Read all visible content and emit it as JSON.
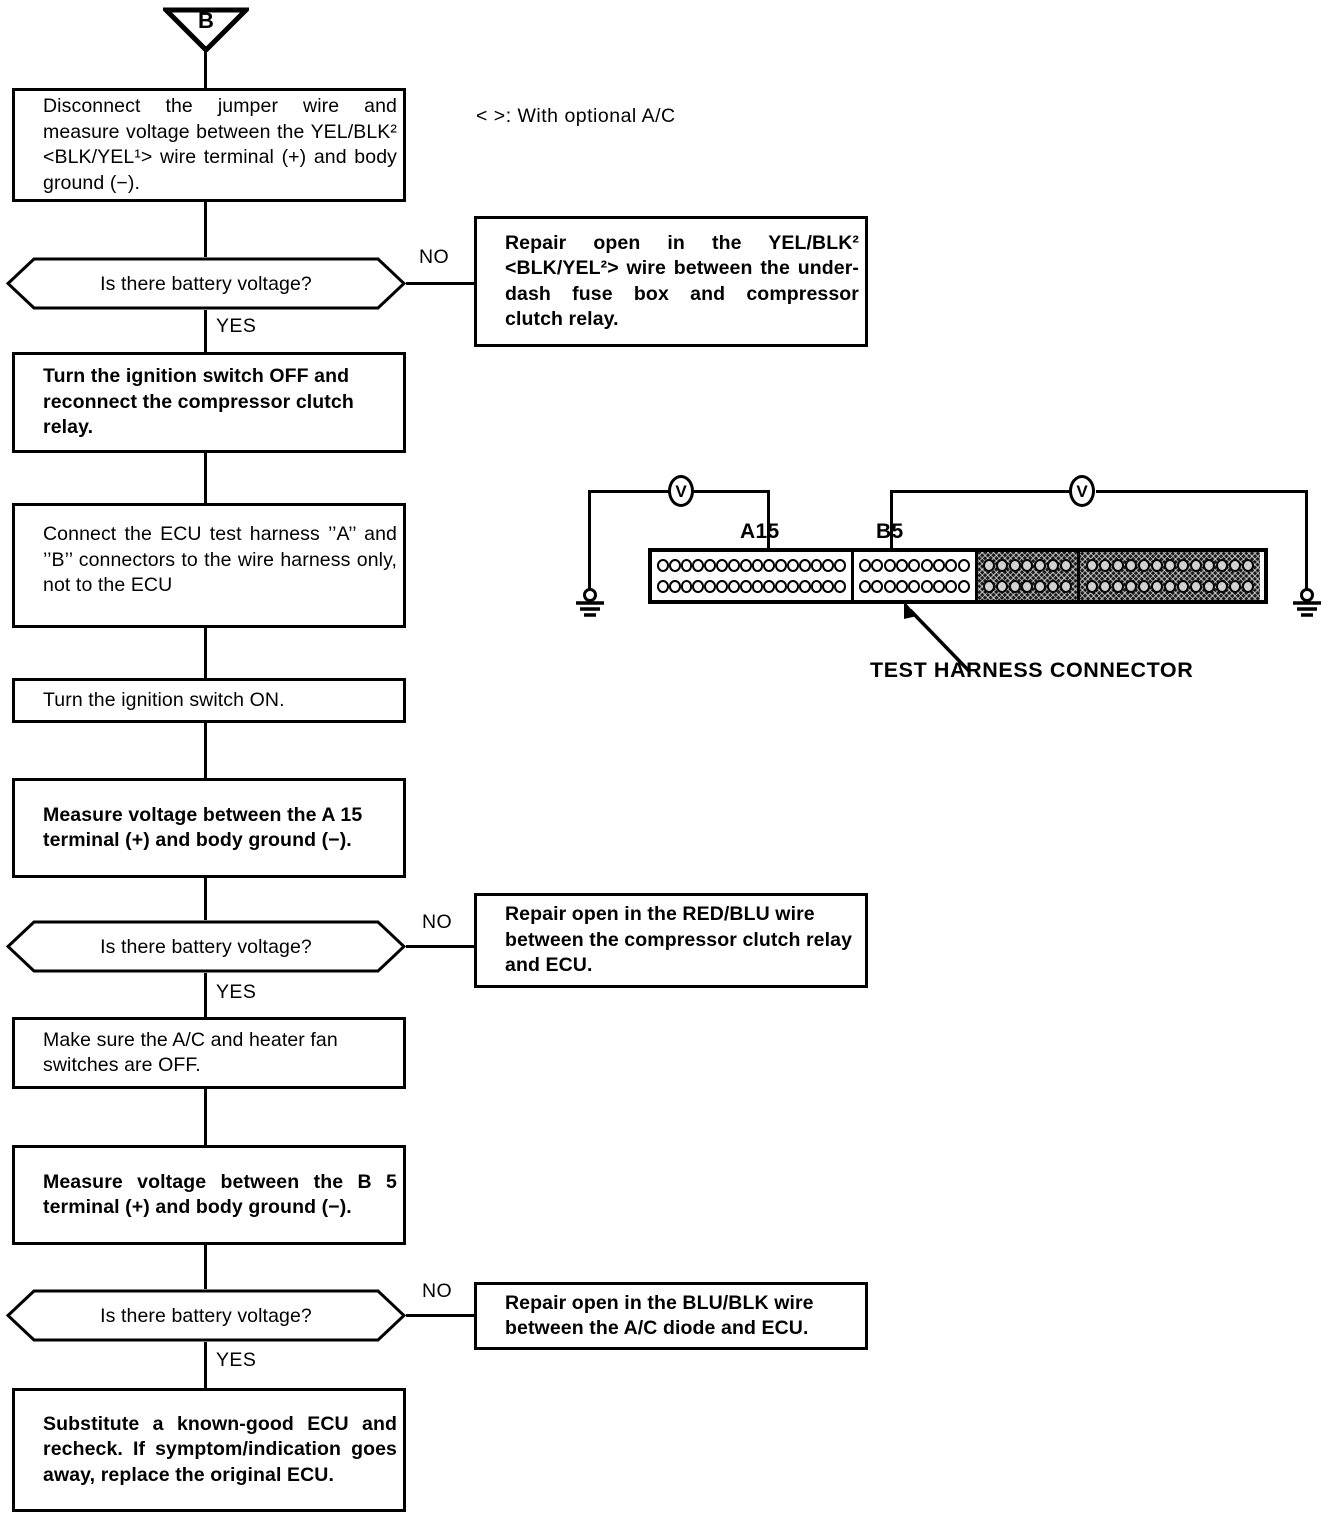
{
  "title": "Troubleshooting flowchart - compressor clutch relay / ECU circuit",
  "entry": {
    "label": "B"
  },
  "note": {
    "text": "<  >: With optional A/C"
  },
  "branches": {
    "no": "NO",
    "yes": "YES"
  },
  "steps": [
    {
      "id": "step-disconnect-jumper",
      "text": "Disconnect the jumper wire and measure voltage between the YEL/BLK² <BLK/YEL¹> wire terminal (+) and body ground (−)."
    },
    {
      "id": "step-ignition-off",
      "text": "Turn the ignition switch OFF and reconnect the compressor clutch relay."
    },
    {
      "id": "step-connect-test-harness",
      "text": "Connect the ECU test harness ’’A’’ and ’’B’’ connectors to the wire harness only, not to the ECU"
    },
    {
      "id": "step-ignition-on",
      "text": "Turn the ignition switch ON."
    },
    {
      "id": "step-measure-a15",
      "text": "Measure voltage between the A 15 terminal (+) and body ground (−)."
    },
    {
      "id": "step-switches-off",
      "text": "Make sure the A/C and heater fan switches are OFF."
    },
    {
      "id": "step-measure-b5",
      "text": "Measure voltage between the B 5 terminal (+) and body ground (−)."
    },
    {
      "id": "step-substitute-ecu",
      "text": "Substitute a known-good ECU and recheck. If symptom/indication goes away, replace the original ECU."
    }
  ],
  "decisions": [
    {
      "id": "decision-battery-voltage-1",
      "text": "Is there battery voltage?"
    },
    {
      "id": "decision-battery-voltage-2",
      "text": "Is there battery voltage?"
    },
    {
      "id": "decision-battery-voltage-3",
      "text": "Is there battery voltage?"
    }
  ],
  "repairs": [
    {
      "id": "repair-yel-blk",
      "text": "Repair open in the YEL/BLK² <BLK/YEL²> wire between the under-dash fuse box and compressor clutch relay."
    },
    {
      "id": "repair-red-blu",
      "text": "Repair open in the RED/BLU wire between the compressor clutch relay and ECU."
    },
    {
      "id": "repair-blu-blk",
      "text": "Repair open in the BLU/BLK wire between the A/C diode and ECU."
    }
  ],
  "harness": {
    "caption": "TEST HARNESS CONNECTOR",
    "terminal_a": "A15",
    "terminal_b": "B5",
    "voltmeter_symbol": "V",
    "segments": [
      {
        "name": "connector-segment-a",
        "pins_per_row": 16,
        "rows": 2,
        "shaded": false
      },
      {
        "name": "connector-segment-b",
        "pins_per_row": 9,
        "rows": 2,
        "shaded": false
      },
      {
        "name": "connector-segment-c",
        "pins_per_row": 7,
        "rows": 2,
        "shaded": true
      },
      {
        "name": "connector-segment-d",
        "pins_per_row": 13,
        "rows": 2,
        "shaded": true
      }
    ]
  },
  "colors": {
    "ink": "#000000",
    "paper": "#ffffff",
    "shade": "#1a1a1a"
  }
}
